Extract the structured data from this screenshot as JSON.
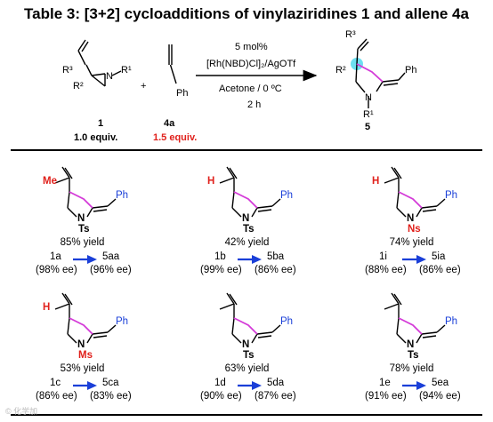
{
  "title": "Table 3: [3+2] cycloadditions of vinylaziridines 1 and allene 4a",
  "scheme": {
    "compound1_label": "1",
    "compound1_equiv": "1.0 equiv.",
    "compound4a_label": "4a",
    "compound4a_equiv": "1.5 equiv.",
    "plus": "+",
    "catalyst_loading": "5 mol%",
    "catalyst": "[Rh(NBD)Cl]₂/AgOTf",
    "conditions": "Acetone / 0 ºC",
    "time": "2 h",
    "product_label": "5",
    "atoms": {
      "r3": "R³",
      "r2": "R²",
      "r1": "R¹",
      "n": "N",
      "ph": "Ph"
    }
  },
  "entries": [
    {
      "substituent": "Me",
      "protect": "Ts",
      "yield": "85% yield",
      "sub": "1a",
      "sub_ee": "(98% ee)",
      "prod": "5aa",
      "prod_ee": "(96% ee)"
    },
    {
      "substituent": "H",
      "protect": "Ts",
      "yield": "42% yield",
      "sub": "1b",
      "sub_ee": "(99% ee)",
      "prod": "5ba",
      "prod_ee": "(86% ee)"
    },
    {
      "substituent": "H",
      "protect": "Ns",
      "yield": "74% yield",
      "sub": "1i",
      "sub_ee": "(88% ee)",
      "prod": "5ia",
      "prod_ee": "(86% ee)"
    },
    {
      "substituent": "H",
      "protect": "Ms",
      "yield": "53% yield",
      "sub": "1c",
      "sub_ee": "(86% ee)",
      "prod": "5ca",
      "prod_ee": "(83% ee)"
    },
    {
      "substituent": "",
      "protect": "Ts",
      "yield": "63% yield",
      "sub": "1d",
      "sub_ee": "(90% ee)",
      "prod": "5da",
      "prod_ee": "(87% ee)"
    },
    {
      "substituent": "",
      "protect": "Ts",
      "yield": "78% yield",
      "sub": "1e",
      "sub_ee": "(91% ee)",
      "prod": "5ea",
      "prod_ee": "(94% ee)"
    }
  ],
  "atoms": {
    "n": "N",
    "ph": "Ph"
  },
  "colors": {
    "magenta": "#d43bd8",
    "red": "#e0201b",
    "blue": "#1a3fd8",
    "cyan": "#49d8ee"
  },
  "watermark": "© 化学加"
}
